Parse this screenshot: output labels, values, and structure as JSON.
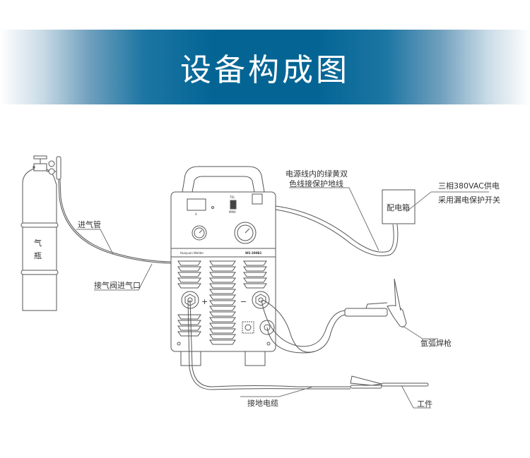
{
  "header": {
    "title": "设备构成图",
    "gradient_center_color": "#046595"
  },
  "machine": {
    "model": "WS-300B2",
    "brand": "Huayuan Welder",
    "meter_unit": "A",
    "switch_top": "TIG",
    "switch_bottom": "MMA",
    "plus_terminal": "+",
    "minus_terminal": "−"
  },
  "labels": {
    "gas_cylinder_line1": "气",
    "gas_cylinder_line2": "瓶",
    "gas_hose": "进气管",
    "gas_inlet": "接气阀进气口",
    "ground_wire_line1": "电源线内的绿黄双",
    "ground_wire_line2": "色线接保护地线",
    "distribution_box": "配电箱",
    "power_supply_line1": "三相380VAC供电",
    "power_supply_line2": "采用漏电保护开关",
    "tig_torch": "氩弧焊枪",
    "ground_cable": "接地电缆",
    "workpiece": "工件"
  },
  "colors": {
    "line": "#555555",
    "text": "#333333"
  }
}
